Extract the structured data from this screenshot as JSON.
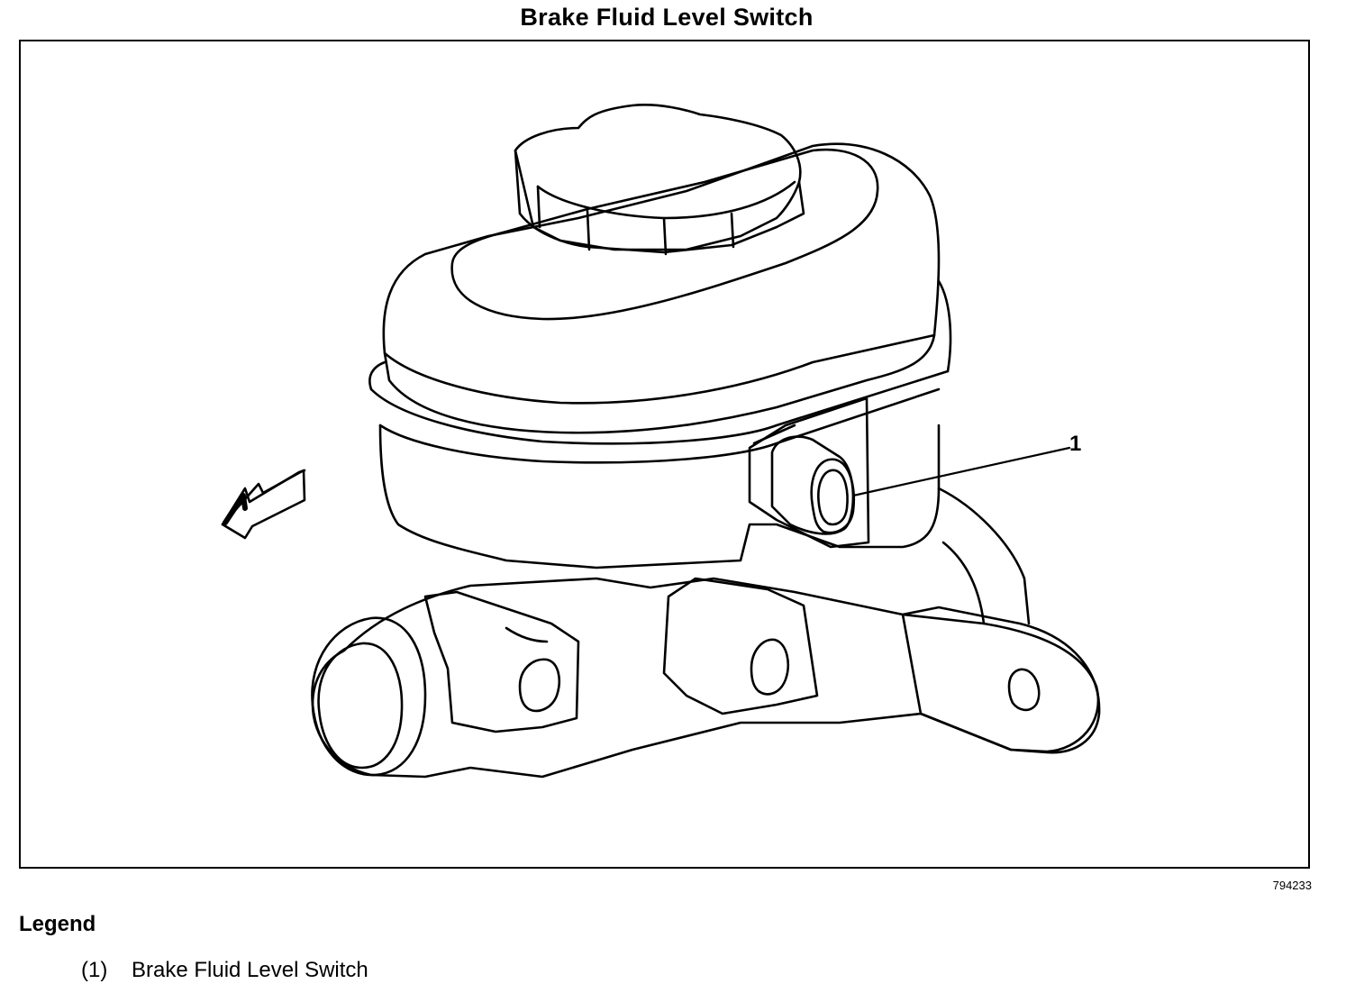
{
  "title": "Brake Fluid Level Switch",
  "figure": {
    "id": "794233",
    "callouts": [
      {
        "label": "1",
        "target": "brake-fluid-level-switch"
      }
    ],
    "icons": [
      "direction-arrow-icon",
      "master-cylinder-drawing"
    ]
  },
  "legend": {
    "heading": "Legend",
    "items": [
      {
        "number": "(1)",
        "text": "Brake Fluid Level Switch"
      }
    ]
  }
}
